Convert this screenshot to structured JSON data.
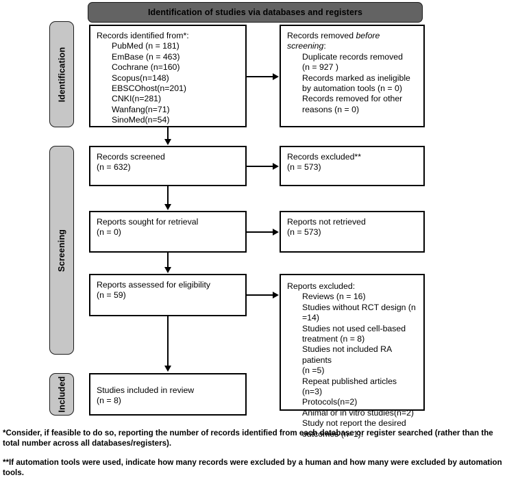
{
  "phase_banner": {
    "label": "Identification of studies via databases and registers"
  },
  "stages": [
    {
      "name": "identification",
      "label": "Identification"
    },
    {
      "name": "screening",
      "label": "Screening"
    },
    {
      "name": "included",
      "label": "Included"
    }
  ],
  "boxes": {
    "identified": {
      "title": "Records identified from*:",
      "items": [
        "PubMed (n = 181)",
        "EmBase (n = 463)",
        "Cochrane (n=160)",
        "Scopus(n=148)",
        "EBSCOhost(n=201)",
        "CNKI(n=281)",
        "Wanfang(n=71)",
        "SinoMed(n=54)"
      ]
    },
    "removed": {
      "title_pre": "Records removed ",
      "title_italic": "before screening",
      "title_post": ":",
      "items": [
        "Duplicate records removed",
        "(n = 927 )",
        "Records marked as ineligible",
        "by automation tools (n = 0)",
        "Records removed for other",
        "reasons (n = 0)"
      ]
    },
    "screened": {
      "title": "Records screened",
      "count": "(n = 632)"
    },
    "excluded": {
      "title": "Records excluded**",
      "count": "(n = 573)"
    },
    "sought": {
      "title": "Reports sought for retrieval",
      "count": "(n = 0)"
    },
    "not_retrieved": {
      "title": "Reports not retrieved",
      "count": "(n = 573)"
    },
    "assessed": {
      "title": "Reports assessed for eligibility",
      "count": "(n = 59)"
    },
    "reports_excluded": {
      "title": "Reports excluded:",
      "items": [
        "Reviews (n = 16)",
        "Studies without RCT design (n",
        "=14)",
        "Studies not used cell-based",
        "treatment (n = 8)",
        "Studies not included RA patients",
        "(n =5)",
        "Repeat published articles (n=3)",
        "Protocols(n=2)",
        "Animal or in vitro studies(n=2)",
        "Study not report the desired",
        "outcomes (n=1)."
      ]
    },
    "included": {
      "title": "Studies included in review",
      "count": "(n = 8)"
    }
  },
  "footnotes": {
    "first": "*Consider, if feasible to do so, reporting the number of records identified from each database or register searched (rather than the total number across all databases/registers).",
    "second": "**If automation tools were used, indicate how many records were excluded by a human and how many were excluded by automation tools."
  },
  "colors": {
    "banner_fill": "#636363",
    "stage_fill": "#c6c6c6",
    "box_border": "#000000",
    "background": "#ffffff"
  }
}
